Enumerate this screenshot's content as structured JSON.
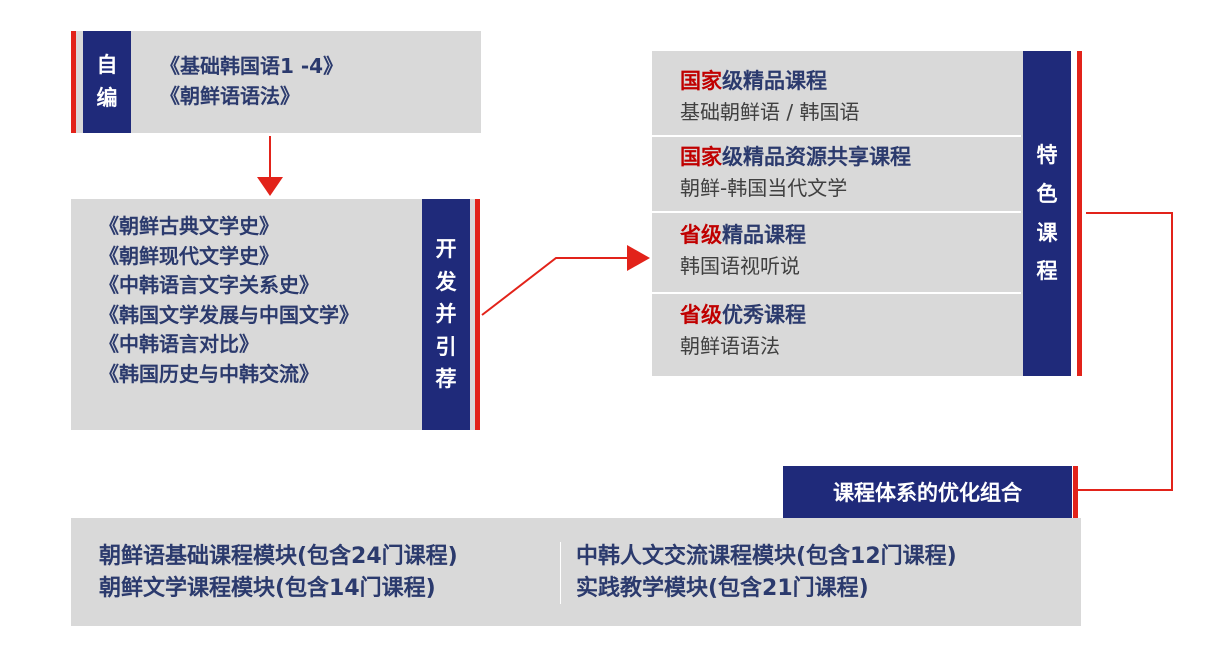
{
  "self": {
    "label": [
      "自",
      "编"
    ],
    "books": [
      "《基础韩国语1 -4》",
      "《朝鲜语语法》"
    ]
  },
  "develop": {
    "label": [
      "开",
      "发",
      "并",
      "引",
      "荐"
    ],
    "books": [
      "《朝鲜古典文学史》",
      "《朝鲜现代文学史》",
      "《中韩语言文字关系史》",
      "《韩国文学发展与中国文学》",
      "《中韩语言对比》",
      "《韩国历史与中韩交流》"
    ]
  },
  "featured": {
    "label": [
      "特",
      "色",
      "课",
      "程"
    ],
    "sections": [
      {
        "level": "国家",
        "type": "级精品课程",
        "course": "基础朝鲜语 / 韩国语"
      },
      {
        "level": "国家",
        "type": "级精品资源共享课程",
        "course": "朝鲜-韩国当代文学"
      },
      {
        "level": "省级",
        "type": "精品课程",
        "course": "韩国语视听说"
      },
      {
        "level": "省级",
        "type": "优秀课程",
        "course": "朝鲜语语法"
      }
    ]
  },
  "system": {
    "title": "课程体系的优化组合",
    "modules_left": [
      "朝鲜语基础课程模块(包含24门课程)",
      "朝鲜文学课程模块(包含14门课程)"
    ],
    "modules_right": [
      "中韩人文交流课程模块(包含12门课程)",
      "实践教学模块(包含21门课程)"
    ]
  },
  "colors": {
    "navy": "#1f2a7a",
    "red": "#e2231a",
    "grey": "#d9d9d9",
    "text": "#2b3a6d",
    "highlight": "#c00000"
  }
}
